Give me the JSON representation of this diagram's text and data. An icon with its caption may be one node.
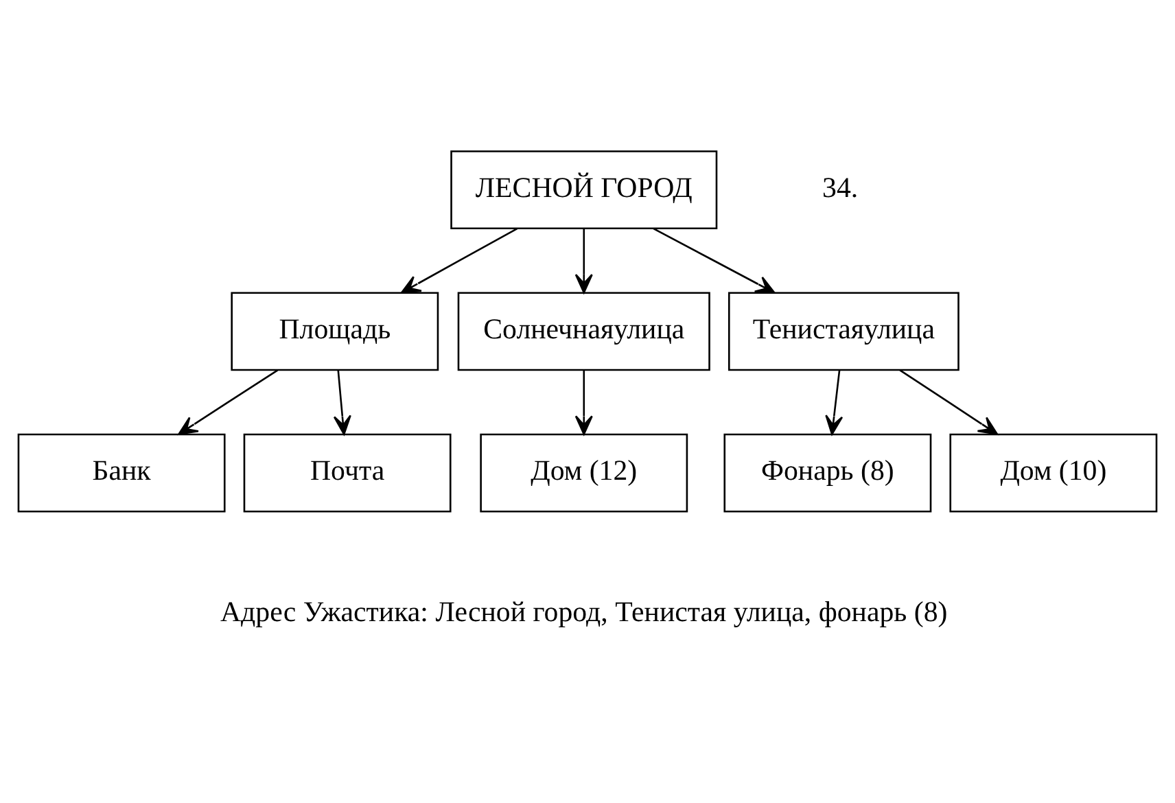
{
  "diagram": {
    "nodes": [
      {
        "text": [
          "ЛЕСНОЙ ГОРОД"
        ]
      },
      {
        "text": [
          "Площадь"
        ]
      },
      {
        "text": [
          "Солнечнаяулица"
        ]
      },
      {
        "text": [
          "Тенистаяулица"
        ]
      },
      {
        "text": [
          "Банк"
        ]
      },
      {
        "text": [
          "Почта"
        ]
      },
      {
        "text": [
          "Дом (12)"
        ]
      },
      {
        "text": [
          "Фонарь (8)"
        ]
      },
      {
        "text": [
          "Дом (10)"
        ]
      }
    ],
    "edges": [
      {
        "from": 0,
        "to": 1,
        "arrow": "to"
      },
      {
        "from": 0,
        "to": 2,
        "arrow": "to"
      },
      {
        "from": 0,
        "to": 3,
        "arrow": "to"
      },
      {
        "from": 1,
        "to": 4,
        "arrow": "to"
      },
      {
        "from": 1,
        "to": 5,
        "arrow": "to"
      },
      {
        "from": 2,
        "to": 6,
        "arrow": "to"
      },
      {
        "from": 3,
        "to": 7,
        "arrow": "to"
      },
      {
        "from": 3,
        "to": 8,
        "arrow": "to"
      }
    ],
    "labels": [
      "34.",
      "Адрес Ужастика: Лесной город, Тенистая улица, фонарь (8)"
    ]
  }
}
